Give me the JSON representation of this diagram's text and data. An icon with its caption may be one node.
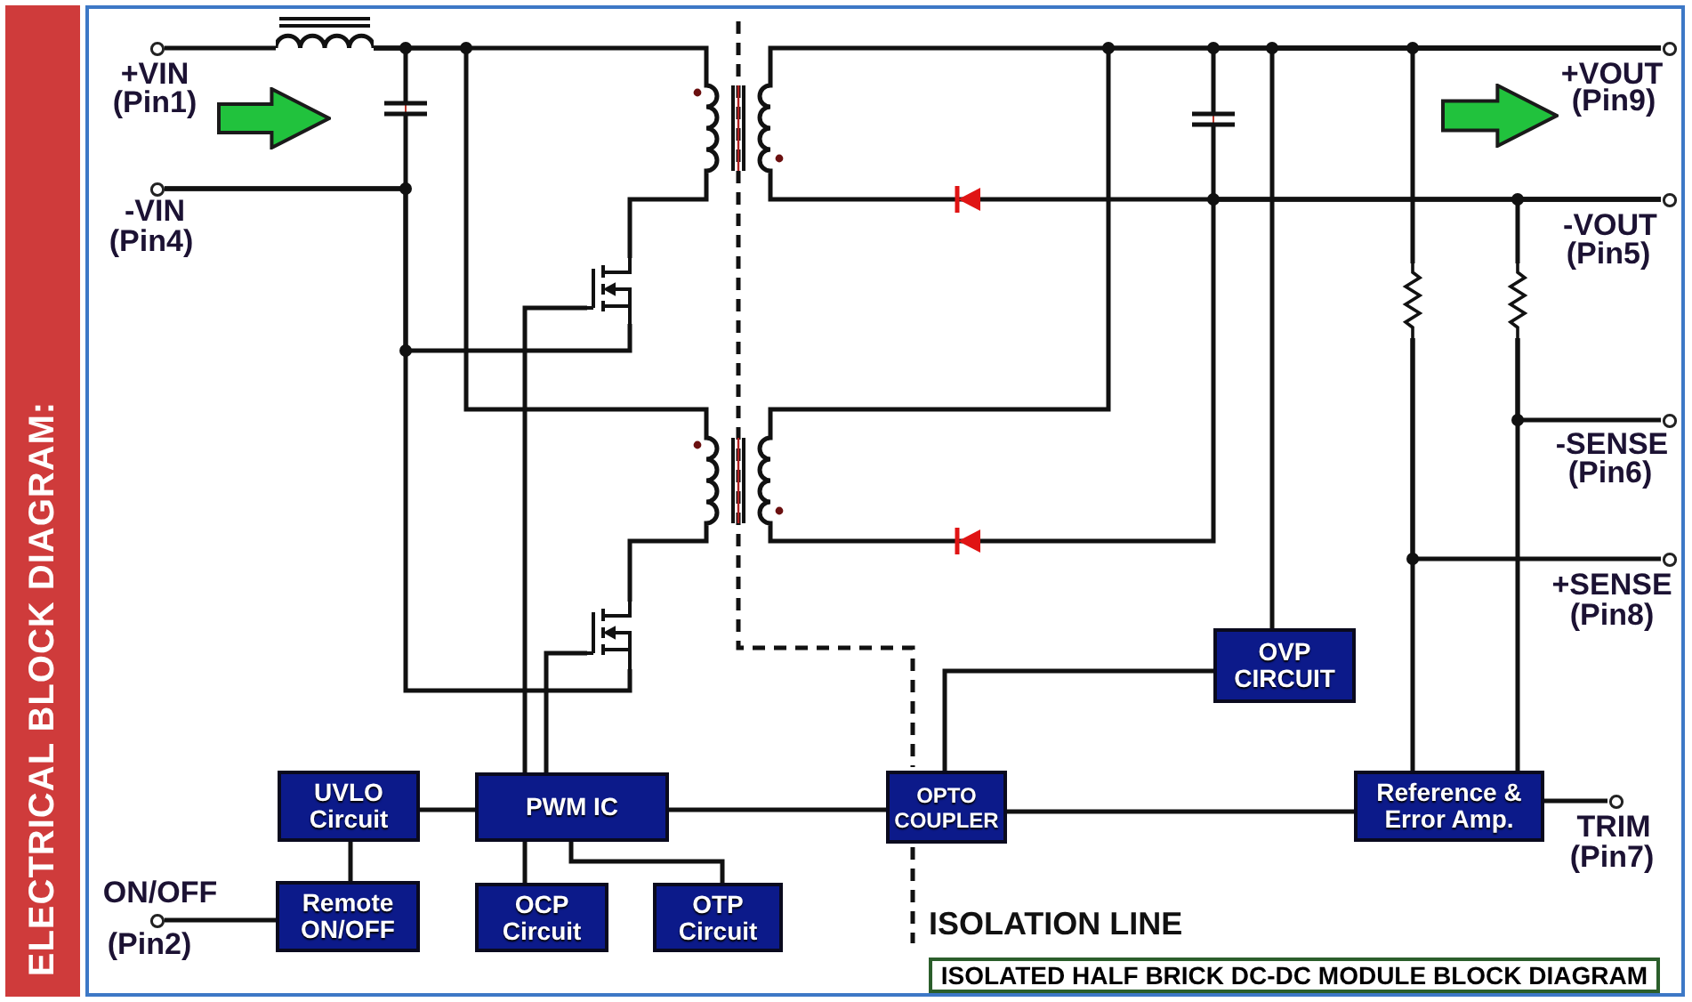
{
  "diagram": {
    "title": "ELECTRICAL BLOCK DIAGRAM:",
    "caption": "ISOLATED HALF BRICK DC-DC MODULE BLOCK DIAGRAM",
    "nodes": [
      {
        "text": [],
        "shape": "circle",
        "beside": [
          "+VIN",
          "(Pin1)"
        ]
      },
      {
        "text": [],
        "shape": "inductor"
      },
      {
        "text": [],
        "shape": "capacitor"
      },
      {
        "text": [],
        "shape": "transformer"
      },
      {
        "text": [],
        "shape": "capacitor"
      },
      {
        "text": [],
        "shape": "circle",
        "beside": [
          "+VOUT",
          "(Pin9)"
        ]
      },
      {
        "text": [],
        "shape": "circle",
        "beside": [
          "-VIN",
          "(Pin4)"
        ]
      },
      {
        "text": [],
        "shape": "diode"
      },
      {
        "text": [],
        "shape": "circle",
        "beside": [
          "-VOUT",
          "(Pin5)"
        ]
      },
      {
        "text": [],
        "shape": "transistor"
      },
      {
        "text": [],
        "shape": "resistor"
      },
      {
        "text": [],
        "shape": "resistor"
      },
      {
        "text": [],
        "shape": "circle",
        "beside": [
          "-SENSE",
          "(Pin6)"
        ]
      },
      {
        "text": [],
        "shape": "transformer"
      },
      {
        "text": [],
        "shape": "diode"
      },
      {
        "text": [],
        "shape": "circle",
        "beside": [
          "+SENSE",
          "(Pin8)"
        ]
      },
      {
        "text": [],
        "shape": "transistor"
      },
      {
        "text": [
          "OVP CIRCUIT"
        ]
      },
      {
        "text": [
          "UVLO Circuit"
        ]
      },
      {
        "text": [
          "PWM IC"
        ]
      },
      {
        "text": [
          "OPTO COUPLER"
        ]
      },
      {
        "text": [
          "Reference & Error Amp."
        ]
      },
      {
        "text": [],
        "shape": "circle",
        "beside": [
          "TRIM",
          "(Pin7)"
        ]
      },
      {
        "text": [],
        "shape": "circle",
        "beside": [
          "ON/OFF",
          "(Pin2)"
        ]
      },
      {
        "text": [
          "Remote ON/OFF"
        ]
      },
      {
        "text": [
          "OCP Circuit"
        ]
      },
      {
        "text": [
          "OTP Circuit"
        ]
      }
    ],
    "edges": [
      {
        "from": 0,
        "to": 1,
        "arrow": "none"
      },
      {
        "from": 1,
        "to": 2,
        "arrow": "none"
      },
      {
        "from": 1,
        "to": 3,
        "arrow": "none"
      },
      {
        "from": 1,
        "to": 13,
        "arrow": "none"
      },
      {
        "from": 6,
        "to": 2,
        "arrow": "none"
      },
      {
        "from": 6,
        "to": 9,
        "arrow": "none"
      },
      {
        "from": 6,
        "to": 16,
        "arrow": "none"
      },
      {
        "from": 3,
        "to": 9,
        "arrow": "none"
      },
      {
        "from": 13,
        "to": 16,
        "arrow": "none"
      },
      {
        "from": 9,
        "to": 19,
        "arrow": "none"
      },
      {
        "from": 16,
        "to": 19,
        "arrow": "none"
      },
      {
        "from": 3,
        "to": 5,
        "arrow": "none"
      },
      {
        "from": 13,
        "to": 5,
        "arrow": "none"
      },
      {
        "from": 4,
        "to": 5,
        "arrow": "none"
      },
      {
        "from": 17,
        "to": 5,
        "arrow": "none"
      },
      {
        "from": 10,
        "to": 5,
        "arrow": "none"
      },
      {
        "from": 3,
        "to": 7,
        "arrow": "none"
      },
      {
        "from": 7,
        "to": 8,
        "arrow": "none"
      },
      {
        "from": 4,
        "to": 8,
        "arrow": "none"
      },
      {
        "from": 14,
        "to": 8,
        "arrow": "none"
      },
      {
        "from": 11,
        "to": 8,
        "arrow": "none"
      },
      {
        "from": 13,
        "to": 14,
        "arrow": "none"
      },
      {
        "from": 11,
        "to": 12,
        "arrow": "none"
      },
      {
        "from": 11,
        "to": 21,
        "arrow": "none"
      },
      {
        "from": 10,
        "to": 15,
        "arrow": "none"
      },
      {
        "from": 10,
        "to": 21,
        "arrow": "none"
      },
      {
        "from": 18,
        "to": 19,
        "arrow": "none"
      },
      {
        "from": 18,
        "to": 24,
        "arrow": "none"
      },
      {
        "from": 23,
        "to": 24,
        "arrow": "none"
      },
      {
        "from": 19,
        "to": 25,
        "arrow": "none"
      },
      {
        "from": 19,
        "to": 26,
        "arrow": "none"
      },
      {
        "from": 19,
        "to": 20,
        "arrow": "none"
      },
      {
        "from": 20,
        "to": 17,
        "arrow": "none"
      },
      {
        "from": 20,
        "to": 21,
        "arrow": "none"
      },
      {
        "from": 21,
        "to": 22,
        "arrow": "none"
      }
    ],
    "labels": [
      "ISOLATION LINE"
    ]
  }
}
